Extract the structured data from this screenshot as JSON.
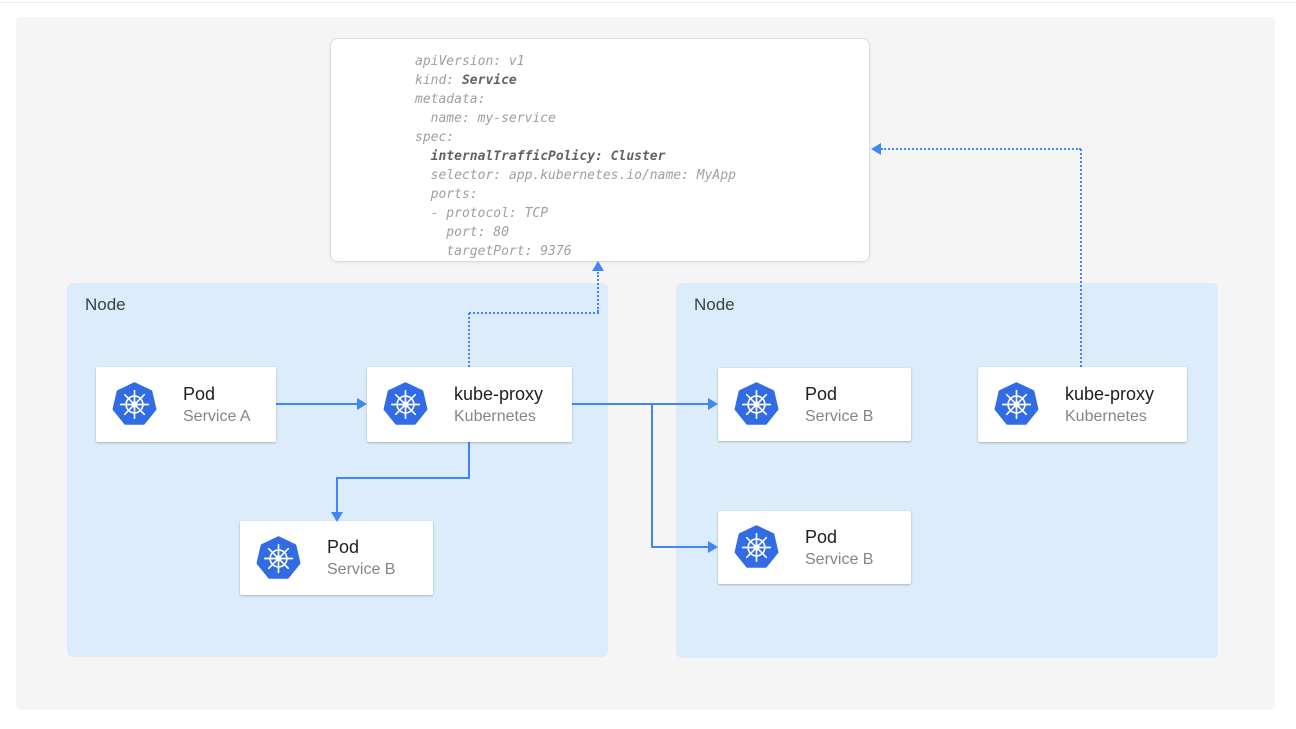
{
  "yaml_card": {
    "lines": [
      {
        "s0": "apiVersion: v1"
      },
      {
        "s0": "kind: ",
        "s1": "Service"
      },
      {
        "s0": "metadata:"
      },
      {
        "s0": "  name: my-service"
      },
      {
        "s0": "spec:"
      },
      {
        "s0": "  ",
        "s1": "internalTrafficPolicy: Cluster"
      },
      {
        "s0": "  selector: app.kubernetes.io/name: MyApp"
      },
      {
        "s0": "  ports:"
      },
      {
        "s0": "  - protocol: TCP"
      },
      {
        "s0": "    port: 80"
      },
      {
        "s0": "    targetPort: 9376"
      }
    ]
  },
  "nodes": {
    "left": {
      "label": "Node"
    },
    "right": {
      "label": "Node"
    }
  },
  "cards": {
    "pod_a": {
      "title": "Pod",
      "subtitle": "Service A"
    },
    "kube_proxy_left": {
      "title": "kube-proxy",
      "subtitle": "Kubernetes"
    },
    "pod_b_left": {
      "title": "Pod",
      "subtitle": "Service B"
    },
    "pod_b_right_top": {
      "title": "Pod",
      "subtitle": "Service B"
    },
    "pod_b_right_bottom": {
      "title": "Pod",
      "subtitle": "Service B"
    },
    "kube_proxy_right": {
      "title": "kube-proxy",
      "subtitle": "Kubernetes"
    }
  },
  "icons": {
    "kubernetes": "kubernetes-helm-wheel"
  },
  "colors": {
    "arrow_blue": "#4285f4",
    "kubernetes_blue": "#326ce5",
    "node_background": "#ddecfb",
    "panel_background": "#f5f5f6",
    "code_text": "#9aa0a6",
    "code_bold": "#5f6368",
    "card_title": "#202124",
    "card_subtitle": "#80868b"
  }
}
